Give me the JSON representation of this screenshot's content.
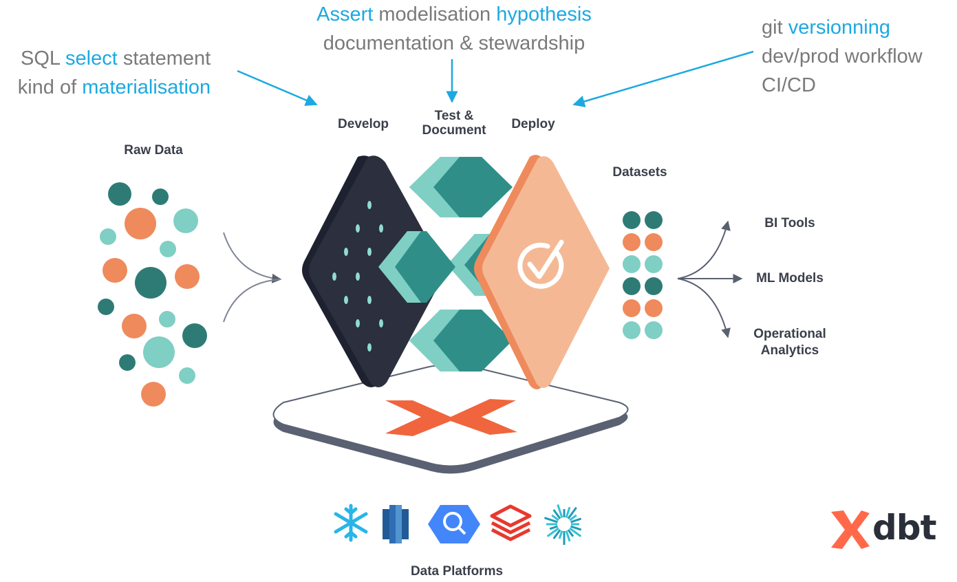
{
  "annotations": {
    "left": {
      "line1": [
        "SQL ",
        "select",
        " statement"
      ],
      "line2": [
        "kind of ",
        "materialisation"
      ]
    },
    "center": {
      "line1": [
        "Assert",
        " modelisation ",
        "hypothesis"
      ],
      "line2": "documentation & stewardship"
    },
    "right": {
      "line1": [
        "git ",
        "versionning"
      ],
      "line2": "dev/prod workflow",
      "line3": "CI/CD"
    }
  },
  "stages": {
    "develop": "Develop",
    "test_document": [
      "Test &",
      "Document"
    ],
    "deploy": "Deploy"
  },
  "labels": {
    "raw_data": "Raw Data",
    "datasets": "Datasets",
    "data_platforms": "Data Platforms"
  },
  "outputs": {
    "bi_tools": "BI Tools",
    "ml_models": "ML Models",
    "operational_analytics": [
      "Operational",
      "Analytics"
    ]
  },
  "brand": {
    "wordmark": "dbt"
  },
  "colors": {
    "accent_blue": "#1ca9e1",
    "annotation_gray": "#7a7a7a",
    "dark_teal": "#2e7b76",
    "light_teal": "#7fcfc4",
    "orange": "#ef8a5c",
    "dark_navy": "#2c2f3d",
    "dbt_orange": "#ff694a"
  }
}
